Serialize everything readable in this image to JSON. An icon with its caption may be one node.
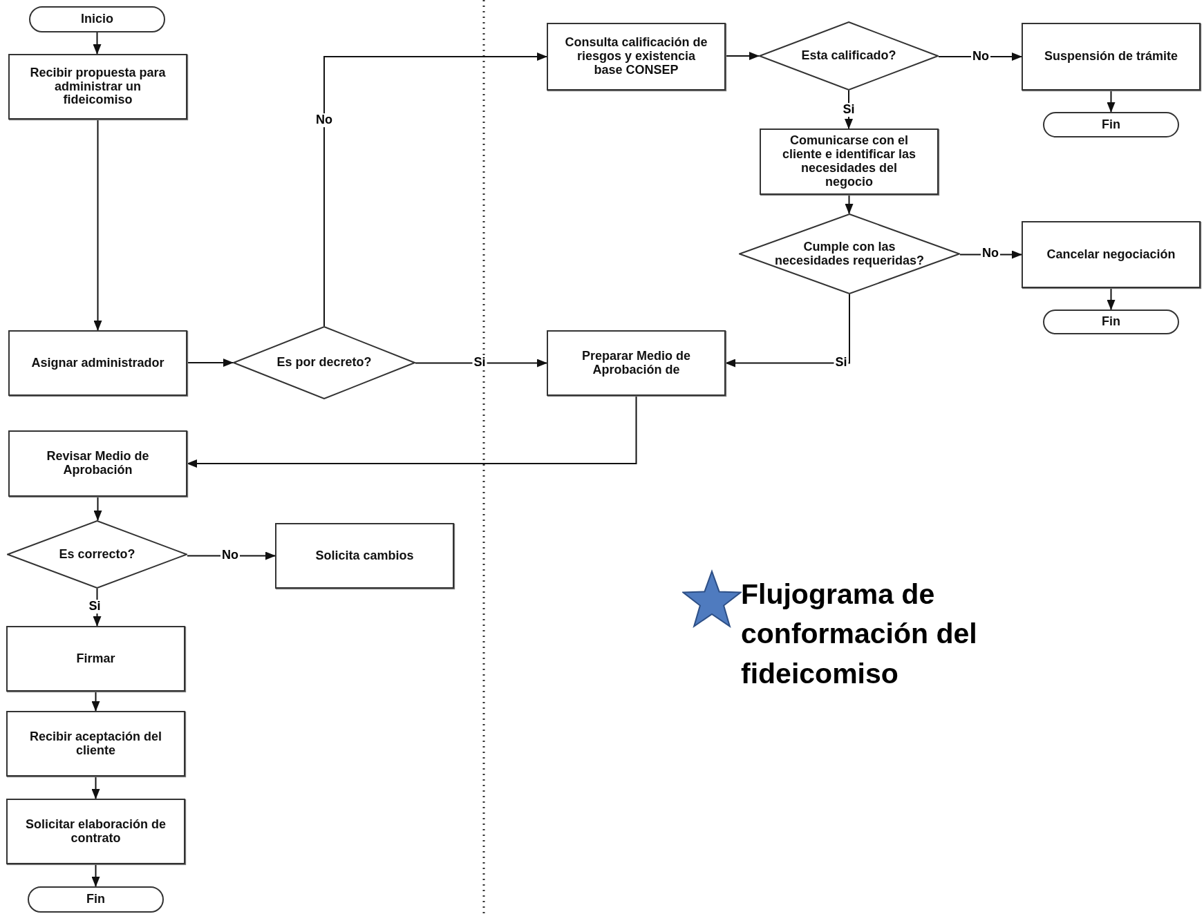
{
  "diagram": {
    "title": "Flujograma de conformación del fideicomiso",
    "nodes": [
      {
        "text": [
          "Inicio"
        ]
      },
      {
        "text": [
          "Recibir propuesta para administrar un fideicomiso"
        ]
      },
      {
        "text": [
          "Asignar administrador"
        ]
      },
      {
        "text": [
          "Es por decreto?"
        ]
      },
      {
        "text": [
          "Consulta calificación de riesgos y existencia base CONSEP"
        ]
      },
      {
        "text": [
          "Esta calificado?"
        ]
      },
      {
        "text": [
          "Suspensión de trámite"
        ]
      },
      {
        "text": [
          "Fin"
        ]
      },
      {
        "text": [
          "Comunicarse con el cliente e identificar las necesidades del negocio"
        ]
      },
      {
        "text": [
          "Cumple con las necesidades requeridas?"
        ]
      },
      {
        "text": [
          "Cancelar negociación"
        ]
      },
      {
        "text": [
          "Fin"
        ]
      },
      {
        "text": [
          "Preparar Medio de Aprobación de"
        ]
      },
      {
        "text": [
          "Revisar Medio de Aprobación"
        ]
      },
      {
        "text": [
          "Es correcto?"
        ]
      },
      {
        "text": [
          "Solicita cambios"
        ]
      },
      {
        "text": [
          "Firmar"
        ]
      },
      {
        "text": [
          "Recibir aceptación del cliente"
        ]
      },
      {
        "text": [
          "Solicitar elaboración de contrato"
        ]
      },
      {
        "text": [
          "Fin"
        ]
      }
    ],
    "edges": [
      {
        "from": 0,
        "to": 1,
        "arrow": "to"
      },
      {
        "from": 1,
        "to": 2,
        "arrow": "to"
      },
      {
        "from": 2,
        "to": 3,
        "arrow": "to"
      },
      {
        "from": 3,
        "to": 4,
        "arrow": "to",
        "label": "No"
      },
      {
        "from": 3,
        "to": 12,
        "arrow": "to",
        "label": "Si"
      },
      {
        "from": 4,
        "to": 5,
        "arrow": "to"
      },
      {
        "from": 5,
        "to": 6,
        "arrow": "to",
        "label": "No"
      },
      {
        "from": 6,
        "to": 7,
        "arrow": "to"
      },
      {
        "from": 5,
        "to": 8,
        "arrow": "to",
        "label": "Si"
      },
      {
        "from": 8,
        "to": 9,
        "arrow": "to"
      },
      {
        "from": 9,
        "to": 10,
        "arrow": "to",
        "label": "No"
      },
      {
        "from": 10,
        "to": 11,
        "arrow": "to"
      },
      {
        "from": 9,
        "to": 12,
        "arrow": "to",
        "label": "Si"
      },
      {
        "from": 12,
        "to": 13,
        "arrow": "to"
      },
      {
        "from": 13,
        "to": 14,
        "arrow": "to"
      },
      {
        "from": 14,
        "to": 15,
        "arrow": "to",
        "label": "No"
      },
      {
        "from": 14,
        "to": 16,
        "arrow": "to",
        "label": "Si"
      },
      {
        "from": 16,
        "to": 17,
        "arrow": "to"
      },
      {
        "from": 17,
        "to": 18,
        "arrow": "to"
      },
      {
        "from": 18,
        "to": 19,
        "arrow": "to"
      }
    ]
  }
}
